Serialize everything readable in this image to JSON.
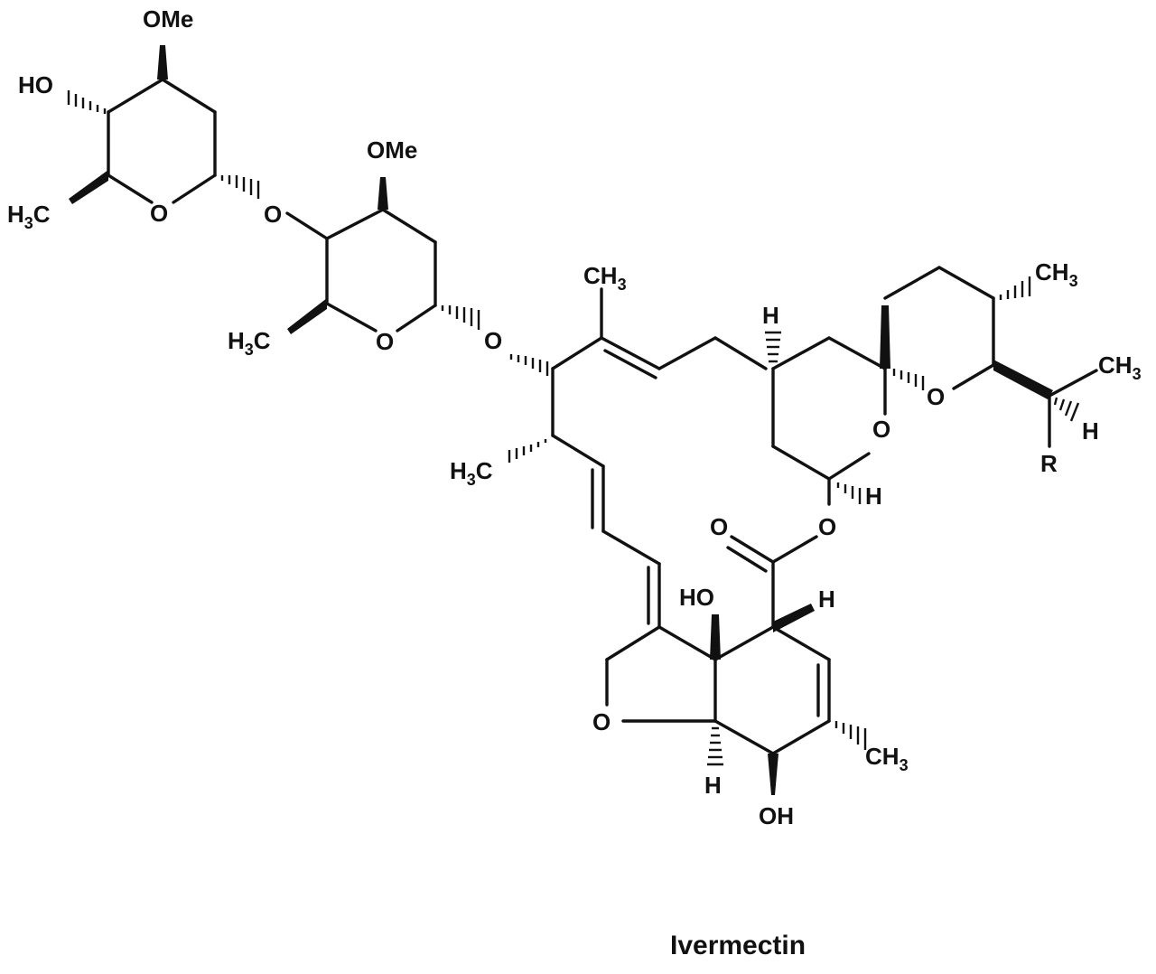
{
  "caption": "Ivermectin",
  "labels": {
    "ome_top": "OMe",
    "ho_top": "HO",
    "h3c_sugar1": "H3C",
    "o_ring1": "O",
    "o_link1": "O",
    "ome_mid": "OMe",
    "h3c_sugar2": "H3C",
    "o_ring2": "O",
    "o_link2": "O",
    "ch3_top": "CH3",
    "h3c_left": "H3C",
    "h_upper": "H",
    "ch3_right": "CH3",
    "ch3_side": "CH3",
    "o_spiro": "O",
    "h_side": "H",
    "r_group": "R",
    "o_ring3": "O",
    "h_acetal": "H",
    "o_carbonyl": "O",
    "o_ester": "O",
    "ho_mid": "HO",
    "h_mid": "H",
    "o_furan": "O",
    "ch3_bottom": "CH3",
    "h_bottom": "H",
    "oh_bottom": "OH"
  }
}
